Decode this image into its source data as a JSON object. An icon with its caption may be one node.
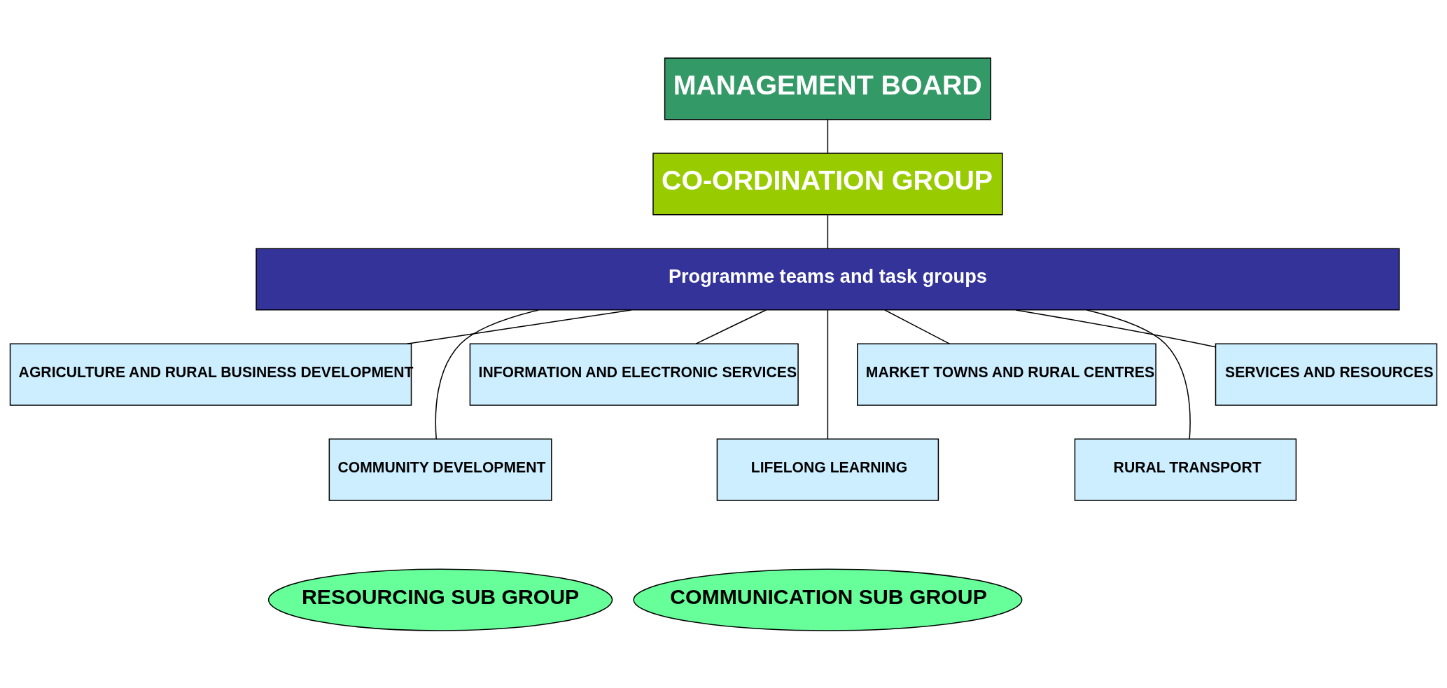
{
  "diagram": {
    "nodes": [
      {
        "text": [
          "MANAGEMENT BOARD"
        ]
      },
      {
        "text": [
          "CO-ORDINATION GROUP"
        ]
      },
      {
        "text": [
          "Programme teams and task groups"
        ]
      },
      {
        "text": [
          "AGRICULTURE AND RURAL BUSINESS DEVELOPMENT"
        ]
      },
      {
        "text": [
          "COMMUNITY DEVELOPMENT"
        ]
      },
      {
        "text": [
          "INFORMATION AND ELECTRONIC SERVICES"
        ]
      },
      {
        "text": [
          "LIFELONG LEARNING"
        ]
      },
      {
        "text": [
          "MARKET TOWNS AND RURAL CENTRES"
        ]
      },
      {
        "text": [
          "RURAL TRANSPORT"
        ]
      },
      {
        "text": [
          "SERVICES AND RESOURCES"
        ]
      },
      {
        "text": [
          "RESOURCING SUB GROUP"
        ]
      },
      {
        "text": [
          "COMMUNICATION SUB GROUP"
        ]
      }
    ],
    "edges": [
      {
        "from": 0,
        "to": 1,
        "arrow": "none"
      },
      {
        "from": 1,
        "to": 2,
        "arrow": "none"
      },
      {
        "from": 2,
        "to": 3,
        "arrow": "none"
      },
      {
        "from": 2,
        "to": 4,
        "arrow": "none"
      },
      {
        "from": 2,
        "to": 5,
        "arrow": "none"
      },
      {
        "from": 2,
        "to": 6,
        "arrow": "none"
      },
      {
        "from": 2,
        "to": 7,
        "arrow": "none"
      },
      {
        "from": 2,
        "to": 8,
        "arrow": "none"
      },
      {
        "from": 2,
        "to": 9,
        "arrow": "none"
      }
    ]
  }
}
